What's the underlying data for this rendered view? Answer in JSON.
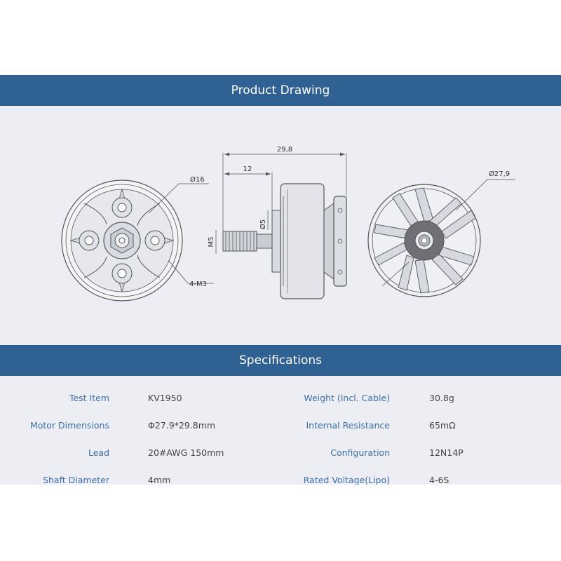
{
  "drawing": {
    "title": "Product Drawing",
    "dimensions": {
      "overall_length": "29,8",
      "shaft_length": "12",
      "front_diameter": "Ø16",
      "mount_holes": "4-M3",
      "shaft_diameter": "Ø5",
      "thread": "M5",
      "rear_diameter": "Ø27,9"
    }
  },
  "specifications": {
    "title": "Specifications",
    "rows": [
      {
        "left_label": "Test Item",
        "left_value": "KV1950",
        "right_label": "Weight (Incl. Cable)",
        "right_value": "30.8g"
      },
      {
        "left_label": "Motor Dimensions",
        "left_value": "Φ27.9*29.8mm",
        "right_label": "Internal Resistance",
        "right_value": "65mΩ"
      },
      {
        "left_label": "Lead",
        "left_value": "20#AWG 150mm",
        "right_label": "Configuration",
        "right_value": "12N14P"
      },
      {
        "left_label": "Shaft Diameter",
        "left_value": "4mm",
        "right_label": "Rated Voltage(Lipo)",
        "right_value": "4-6S"
      }
    ]
  },
  "colors": {
    "header_band": "#2f6192",
    "panel_background": "#eceef4",
    "label_text": "#3f6fa5",
    "value_text": "#444444"
  }
}
